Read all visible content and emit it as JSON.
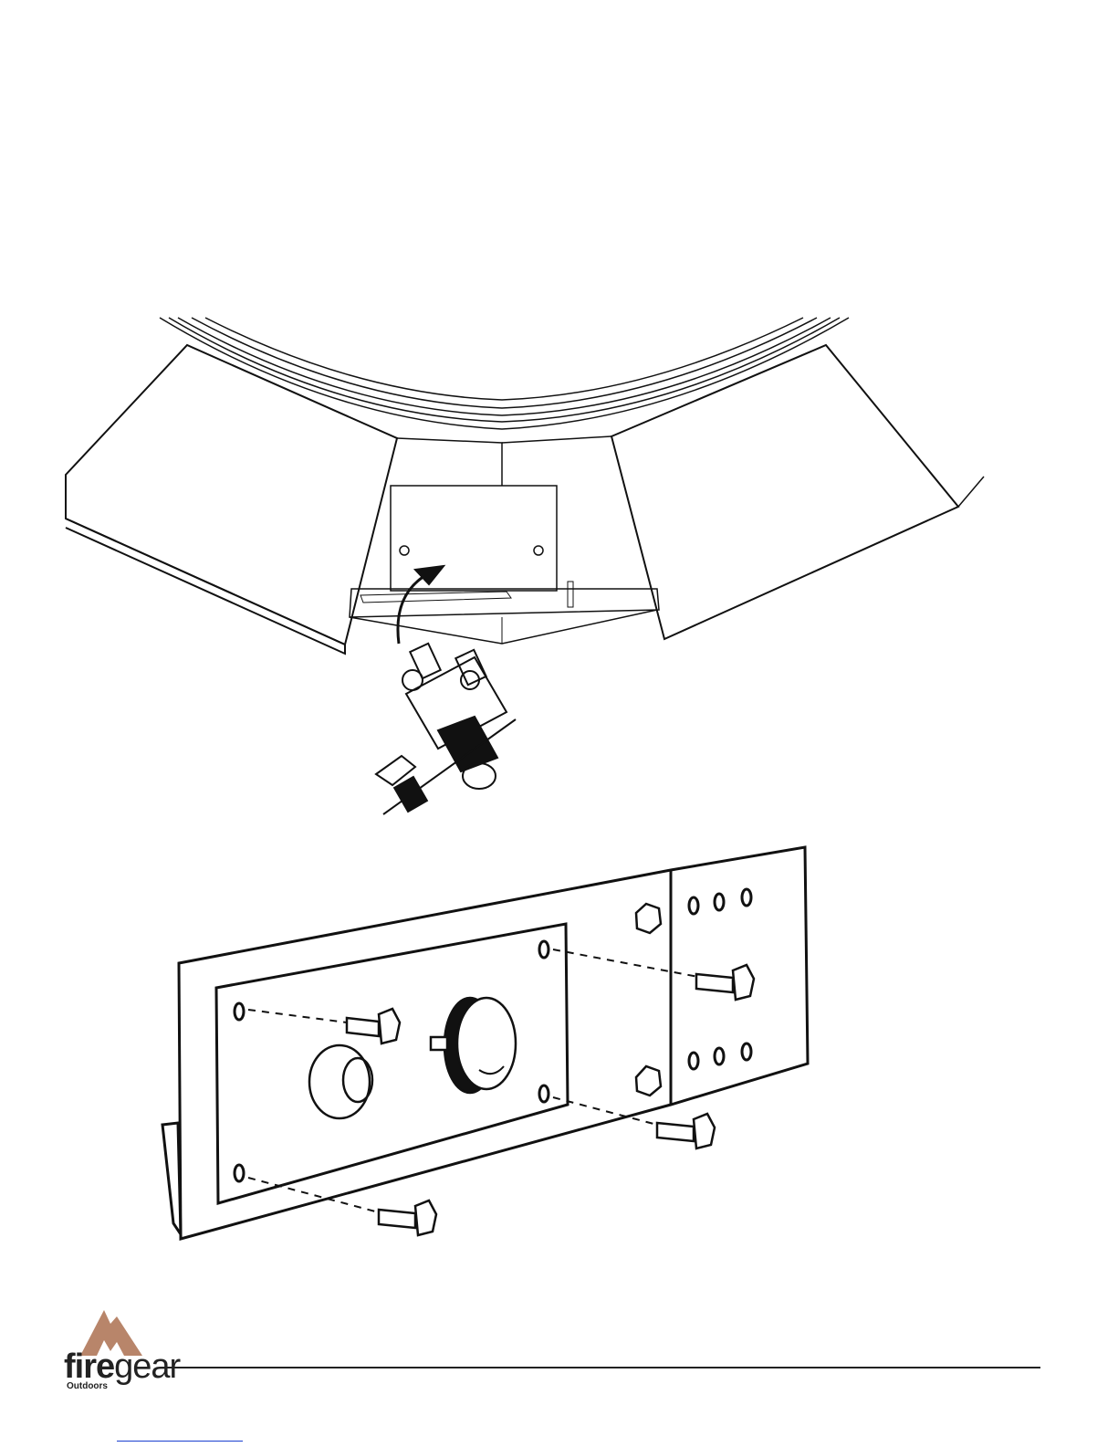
{
  "brand": {
    "name_part1": "fire",
    "name_part2": "gear",
    "tagline": "Outdoors",
    "flame_color": "#b8856a"
  },
  "link_color": "#1a3fd0",
  "line_color": "#111111"
}
